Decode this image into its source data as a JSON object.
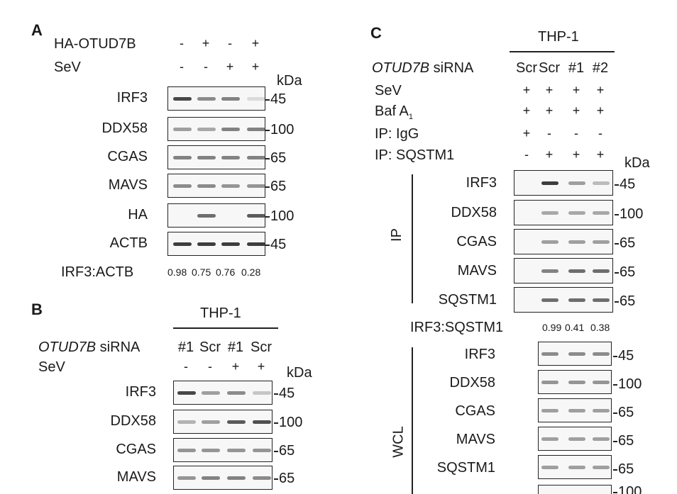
{
  "panelA": {
    "letter": "A",
    "rows": [
      {
        "label": "HA-OTUD7B",
        "signs": [
          "-",
          "+",
          "-",
          "+"
        ]
      },
      {
        "label": "SeV",
        "signs": [
          "-",
          "-",
          "+",
          "+"
        ]
      }
    ],
    "kda": "kDa",
    "blots": [
      {
        "label": "IRF3",
        "marker": "45",
        "bands": [
          0.9,
          0.55,
          0.6,
          0.15
        ]
      },
      {
        "label": "DDX58",
        "marker": "100",
        "bands": [
          0.45,
          0.4,
          0.6,
          0.6
        ]
      },
      {
        "label": "CGAS",
        "marker": "65",
        "bands": [
          0.6,
          0.6,
          0.6,
          0.6
        ]
      },
      {
        "label": "MAVS",
        "marker": "65",
        "bands": [
          0.55,
          0.55,
          0.5,
          0.5
        ]
      },
      {
        "label": "HA",
        "marker": "100",
        "bands": [
          0.0,
          0.7,
          0.0,
          0.8
        ]
      },
      {
        "label": "ACTB",
        "marker": "45",
        "bands": [
          0.95,
          0.95,
          0.95,
          0.95
        ]
      }
    ],
    "ratio_label": "IRF3:ACTB",
    "ratios": [
      "0.98",
      "0.75",
      "0.76",
      "0.28"
    ]
  },
  "panelB": {
    "letter": "B",
    "cell": "THP-1",
    "sirna_italic": "OTUD7B",
    "sirna_label": " siRNA",
    "lanes": [
      "#1",
      "Scr",
      "#1",
      "Scr"
    ],
    "sev_label": "SeV",
    "sev_signs": [
      "-",
      "-",
      "+",
      "+"
    ],
    "kda": "kDa",
    "blots": [
      {
        "label": "IRF3",
        "marker": "45",
        "bands": [
          0.9,
          0.45,
          0.55,
          0.25
        ]
      },
      {
        "label": "DDX58",
        "marker": "100",
        "bands": [
          0.35,
          0.45,
          0.8,
          0.85
        ]
      },
      {
        "label": "CGAS",
        "marker": "65",
        "bands": [
          0.5,
          0.5,
          0.5,
          0.5
        ]
      },
      {
        "label": "MAVS",
        "marker": "65",
        "bands": [
          0.5,
          0.6,
          0.6,
          0.55
        ]
      }
    ]
  },
  "panelC": {
    "letter": "C",
    "cell": "THP-1",
    "sirna_italic": "OTUD7B",
    "sirna_label": " siRNA",
    "lanes": [
      "Scr",
      "Scr",
      "#1",
      "#2"
    ],
    "rows": [
      {
        "label": "SeV",
        "signs": [
          "+",
          "+",
          "+",
          "+"
        ]
      },
      {
        "label": "Baf A",
        "sub": "1",
        "signs": [
          "+",
          "+",
          "+",
          "+"
        ]
      },
      {
        "label": "IP: IgG",
        "signs": [
          "+",
          "-",
          "-",
          "-"
        ]
      },
      {
        "label": "IP: SQSTM1",
        "signs": [
          "-",
          "+",
          "+",
          "+"
        ]
      }
    ],
    "kda": "kDa",
    "ip_label": "IP",
    "ip_blots": [
      {
        "label": "IRF3",
        "marker": "45",
        "bands": [
          0.0,
          0.95,
          0.45,
          0.3
        ]
      },
      {
        "label": "DDX58",
        "marker": "100",
        "bands": [
          0.0,
          0.4,
          0.4,
          0.4
        ]
      },
      {
        "label": "CGAS",
        "marker": "65",
        "bands": [
          0.0,
          0.45,
          0.45,
          0.45
        ]
      },
      {
        "label": "MAVS",
        "marker": "65",
        "bands": [
          0.0,
          0.6,
          0.7,
          0.7
        ]
      },
      {
        "label": "SQSTM1",
        "marker": "65",
        "bands": [
          0.0,
          0.7,
          0.7,
          0.7
        ]
      }
    ],
    "ratio_label": "IRF3:SQSTM1",
    "ratios": [
      "0.99",
      "0.41",
      "0.38"
    ],
    "wcl_label": "WCL",
    "wcl_blots": [
      {
        "label": "IRF3",
        "marker": "45",
        "bands": [
          0.55,
          0.55,
          0.55
        ]
      },
      {
        "label": "DDX58",
        "marker": "100",
        "bands": [
          0.5,
          0.5,
          0.5
        ]
      },
      {
        "label": "CGAS",
        "marker": "65",
        "bands": [
          0.45,
          0.45,
          0.45
        ]
      },
      {
        "label": "MAVS",
        "marker": "65",
        "bands": [
          0.45,
          0.45,
          0.45
        ]
      },
      {
        "label": "SQSTM1",
        "marker": "65",
        "bands": [
          0.45,
          0.45,
          0.45
        ]
      }
    ],
    "last_marker": "100"
  }
}
